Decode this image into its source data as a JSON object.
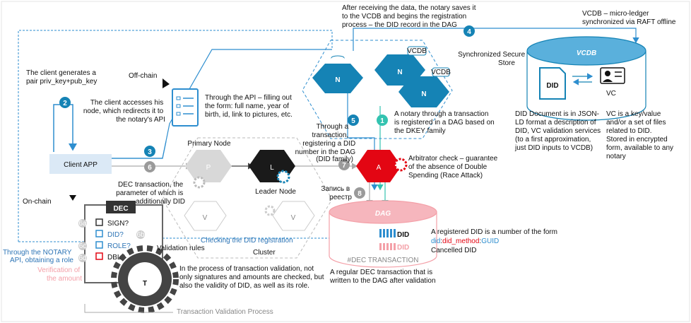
{
  "labels": {
    "step4_caption": [
      "After receiving the data, the notary saves it",
      "to the VCDB and begins the registration",
      "process – the DID record in the DAG"
    ],
    "vcdb_caption": [
      "VCDB – micro-ledger",
      "synchronized via RAFT offline"
    ],
    "vcdb_label": "VCDB",
    "sync_store": [
      "Synchronized Secure",
      "Store"
    ],
    "did_doc_icon": "DID",
    "vc_icon": "VC",
    "client_keys": [
      "The client generates a",
      "pair priv_key+pub_key"
    ],
    "off_chain": "Off-chain",
    "client_access": [
      "The client accesses his",
      "node, which redirects it to",
      "the notary's API"
    ],
    "api_form": [
      "Through the API – filling out",
      "the form: full name, year of",
      "birth, id, link to pictures, etc."
    ],
    "notary_dag": [
      "A notary through a transaction",
      "is registered in a DAG based on",
      "the DKEY family"
    ],
    "did_document": [
      "DID Document is in JSON-",
      "LD format a description of",
      "DID, VC validation services",
      "(to a first approximation,",
      "just DID inputs to VCDB)"
    ],
    "vc_desc": [
      "VC is a key/value",
      "and/or a set of files",
      "related to DID.",
      "Stored in encrypted",
      "form, available to any",
      "notary"
    ],
    "client_app": "Client APP",
    "primary_node": "Primary Node",
    "leader_node": "Leader Node",
    "through_tx": [
      "Through a",
      "transaction,",
      "registering a DID",
      "number in the DAG",
      "(DID family)"
    ],
    "arbitrator": [
      "Arbitrator check – guarantee",
      "of the absence of Double",
      "Spending (Race Attack)"
    ],
    "dec_param": [
      "DEC transaction, the",
      "parameter of which is",
      "additionally DID"
    ],
    "on_chain": "On-chain",
    "dec_title": "DEC",
    "check_sign": "SIGN?",
    "check_did": "DID?",
    "check_role": "ROLE?",
    "check_dbl": "DBL?",
    "zapis": [
      "Запись в",
      "реестр"
    ],
    "dag_label": "DAG",
    "dag_tx": "#DEC TRANSACTION",
    "registered_did": "A registered DID is a number of the form",
    "did_format": [
      "did",
      ":",
      "did_method",
      ":",
      "GUID"
    ],
    "cancelled_did": "Cancelled DID",
    "checking_did": "Checking the DID registration",
    "validation_rules": "Validation rules",
    "cluster": "Cluster",
    "notary_api": [
      "Through the NOTARY",
      "API, obtaining a role"
    ],
    "verification": [
      "Verification of",
      "the amount"
    ],
    "tx_validation": [
      "In the process of transaction validation, not",
      "only signatures and amounts are checked, but",
      "also the validity of DID, as well as its role."
    ],
    "regular_dec": [
      "A regular DEC transaction that is",
      "written to the DAG after validation"
    ],
    "process_title": "Transaction Validation Process",
    "did_icon_text": "DID",
    "node_n": "N",
    "node_p": "P",
    "node_l": "L",
    "node_v": "V",
    "node_a": "A",
    "vcdb_mini": "VCDB",
    "t_letter": "T",
    "sub_6a": "6a",
    "sub_6b": "6b",
    "sub_6c": "6c",
    "sub_6d": "6d"
  },
  "steps": [
    "1",
    "2",
    "3",
    "4",
    "5",
    "6",
    "7",
    "8"
  ],
  "colors": {
    "teal": "#1583b5",
    "arrow_blue": "#2e8ecf",
    "red": "#e30613",
    "cyan_step": "#33c3b0",
    "gray_step": "#9a9a9a",
    "pink": "#f4a0a8"
  }
}
